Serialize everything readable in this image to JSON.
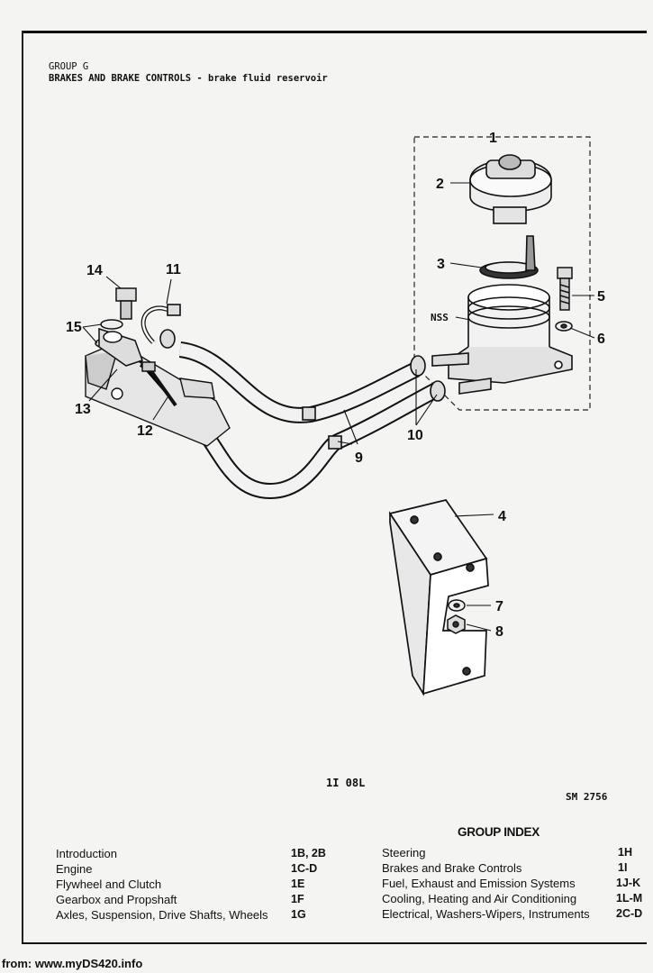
{
  "header": {
    "group": "GROUP G",
    "title": "BRAKES AND BRAKE CONTROLS - brake fluid reservoir"
  },
  "diagram": {
    "callouts": [
      "1",
      "2",
      "3",
      "4",
      "5",
      "6",
      "7",
      "8",
      "9",
      "10",
      "11",
      "12",
      "13",
      "14",
      "15"
    ],
    "nss_label": "NSS",
    "plate_ref": "1I 08L",
    "sm_ref": "SM 2756"
  },
  "group_index": {
    "title": "GROUP INDEX",
    "left": [
      {
        "label": "Introduction",
        "code": "1B, 2B"
      },
      {
        "label": "Engine",
        "code": "1C-D"
      },
      {
        "label": "Flywheel and Clutch",
        "code": "1E"
      },
      {
        "label": "Gearbox and Propshaft",
        "code": "1F"
      },
      {
        "label": "Axles, Suspension, Drive Shafts, Wheels",
        "code": "1G"
      }
    ],
    "right": [
      {
        "label": "Steering",
        "code": "1H"
      },
      {
        "label": "Brakes and Brake Controls",
        "code": "1I"
      },
      {
        "label": "Fuel, Exhaust and Emission Systems",
        "code": "1J-K"
      },
      {
        "label": "Cooling, Heating and Air Conditioning",
        "code": "1L-M"
      },
      {
        "label": "Electrical, Washers-Wipers, Instruments",
        "code": "2C-D"
      }
    ]
  },
  "footer": "from: www.myDS420.info"
}
